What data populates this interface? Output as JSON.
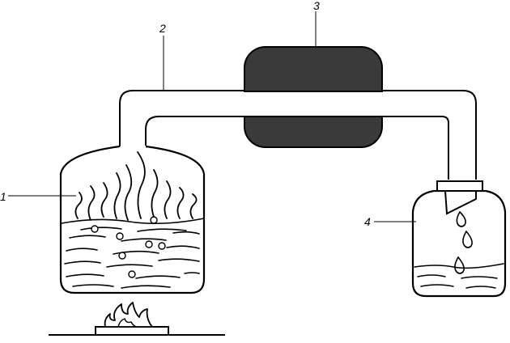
{
  "labels": {
    "boiler": "1",
    "pipe": "2",
    "cooler": "3",
    "receiver": "4"
  },
  "colors": {
    "ink": "#000000",
    "paper": "#ffffff",
    "cooler_fill": "#3a3a3a"
  }
}
